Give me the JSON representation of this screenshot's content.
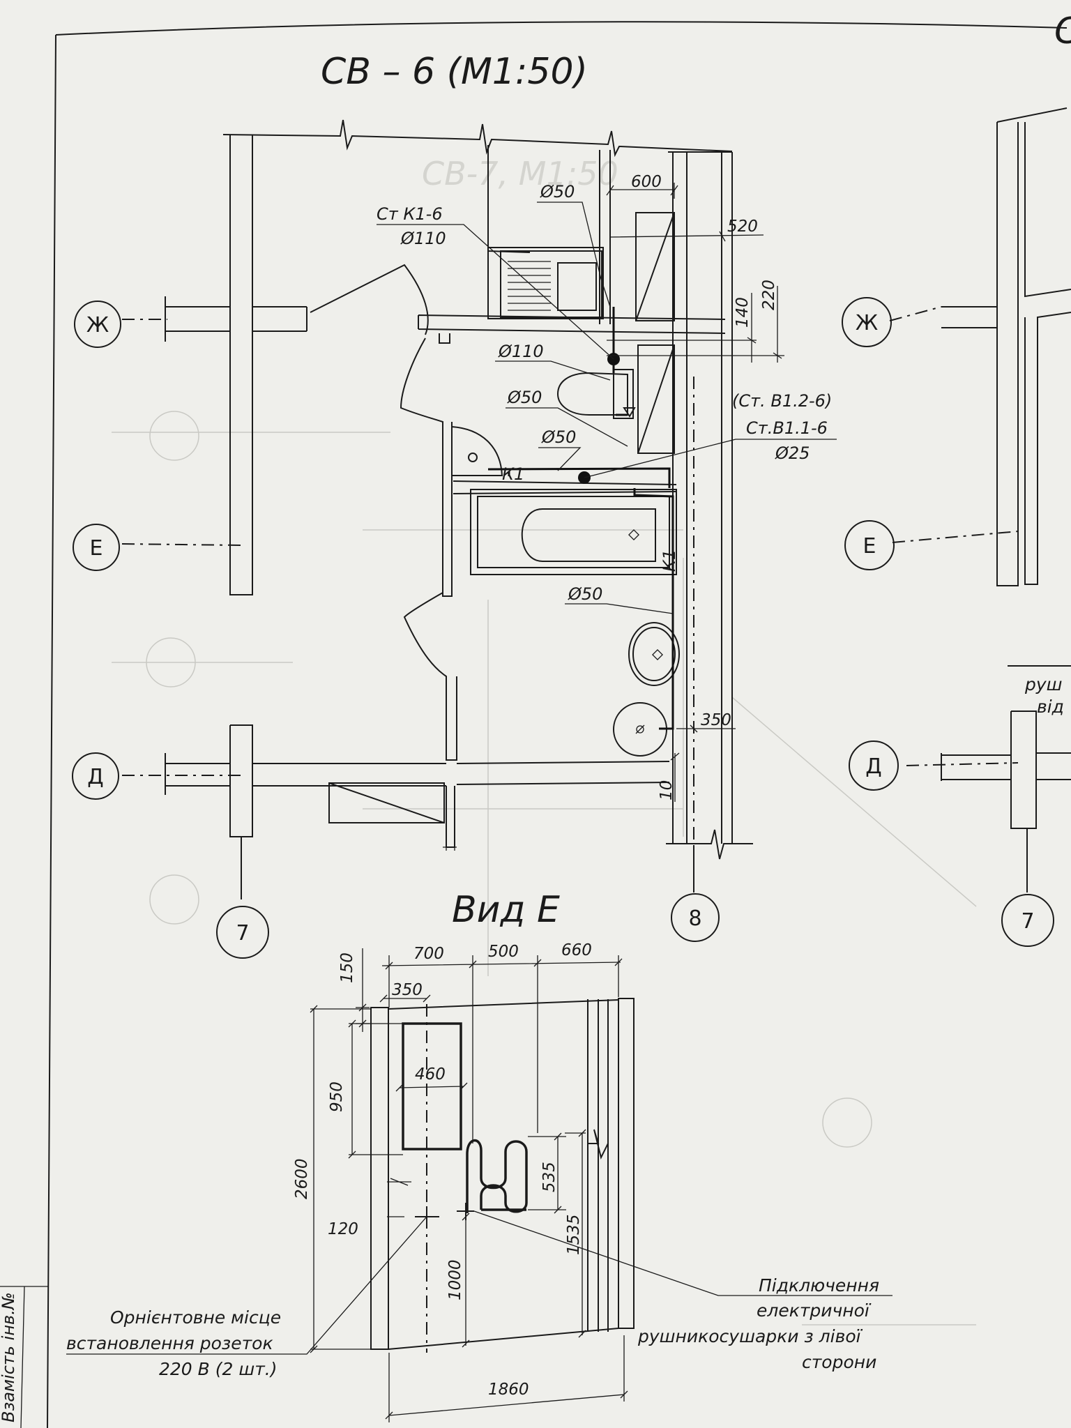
{
  "title": "СВ – 6 (М1:50)",
  "view_title": "Вид Е",
  "ghost_title": "СВ-7, М1:50",
  "axes": {
    "zh": "Ж",
    "e": "Е",
    "d": "Д",
    "n7": "7",
    "n8": "8"
  },
  "pipe_labels": {
    "riser_k": "Ст К1-6",
    "riser_k_dia": "Ø110",
    "d50_top": "Ø50",
    "d110": "Ø110",
    "d50_a": "Ø50",
    "d50_b": "Ø50",
    "d50_c": "Ø50",
    "riser_v_alt": "(Ст. В1.2-6)",
    "riser_v": "Ст.В1.1-6",
    "riser_v_dia": "Ø25",
    "k1_a": "К1",
    "k1_b": "К1"
  },
  "plan_dims": {
    "d600": "600",
    "d520": "520",
    "d140": "140",
    "d220": "220",
    "d350": "350",
    "d10": "10"
  },
  "view_dims": {
    "d700": "700",
    "d500": "500",
    "d660": "660",
    "d150": "150",
    "d350": "350",
    "d460": "460",
    "d950": "950",
    "d2600": "2600",
    "d120": "120",
    "d535": "535",
    "d1535": "1535",
    "d1000": "1000",
    "d1860": "1860"
  },
  "notes": {
    "socket_1": "Орнієнтовне місце",
    "socket_2": "встановлення розеток",
    "socket_3": "220 В (2 шт.)",
    "dryer_1": "Підключення",
    "dryer_2": "електричної",
    "dryer_3": "рушникосушарки з лівої",
    "dryer_4": "сторони"
  },
  "edge_texts": {
    "right_1": "руш",
    "right_2": "від",
    "stamp": "Взамість інв.№",
    "corner": "С"
  }
}
